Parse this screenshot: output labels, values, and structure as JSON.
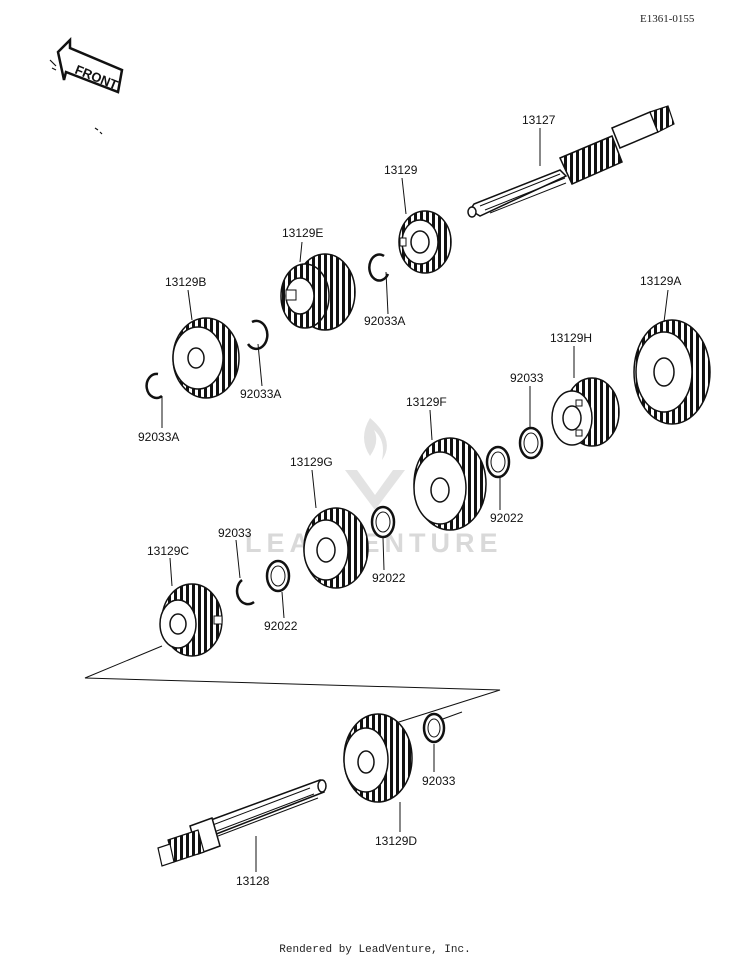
{
  "diagram_code": "E1361-0155",
  "front_arrow_label": "FRONT",
  "watermark_text": "LEADVENTURE",
  "footer_text": "Rendered by LeadVenture, Inc.",
  "parts": {
    "p13127": "13127",
    "p13129": "13129",
    "p13129E": "13129E",
    "p92033A_1": "92033A",
    "p13129B": "13129B",
    "p92033A_2": "92033A",
    "p92033A_3": "92033A",
    "p13129A": "13129A",
    "p13129H": "13129H",
    "p92033_1": "92033",
    "p13129F": "13129F",
    "p92022_1": "92022",
    "p13129G": "13129G",
    "p92022_2": "92022",
    "p92033_2": "92033",
    "p13129C": "13129C",
    "p92022_3": "92022",
    "p92033_3": "92033",
    "p13129D": "13129D",
    "p13128": "13128"
  },
  "colors": {
    "ink": "#111111",
    "paper": "#ffffff",
    "watermark": "#d9d9d9"
  }
}
